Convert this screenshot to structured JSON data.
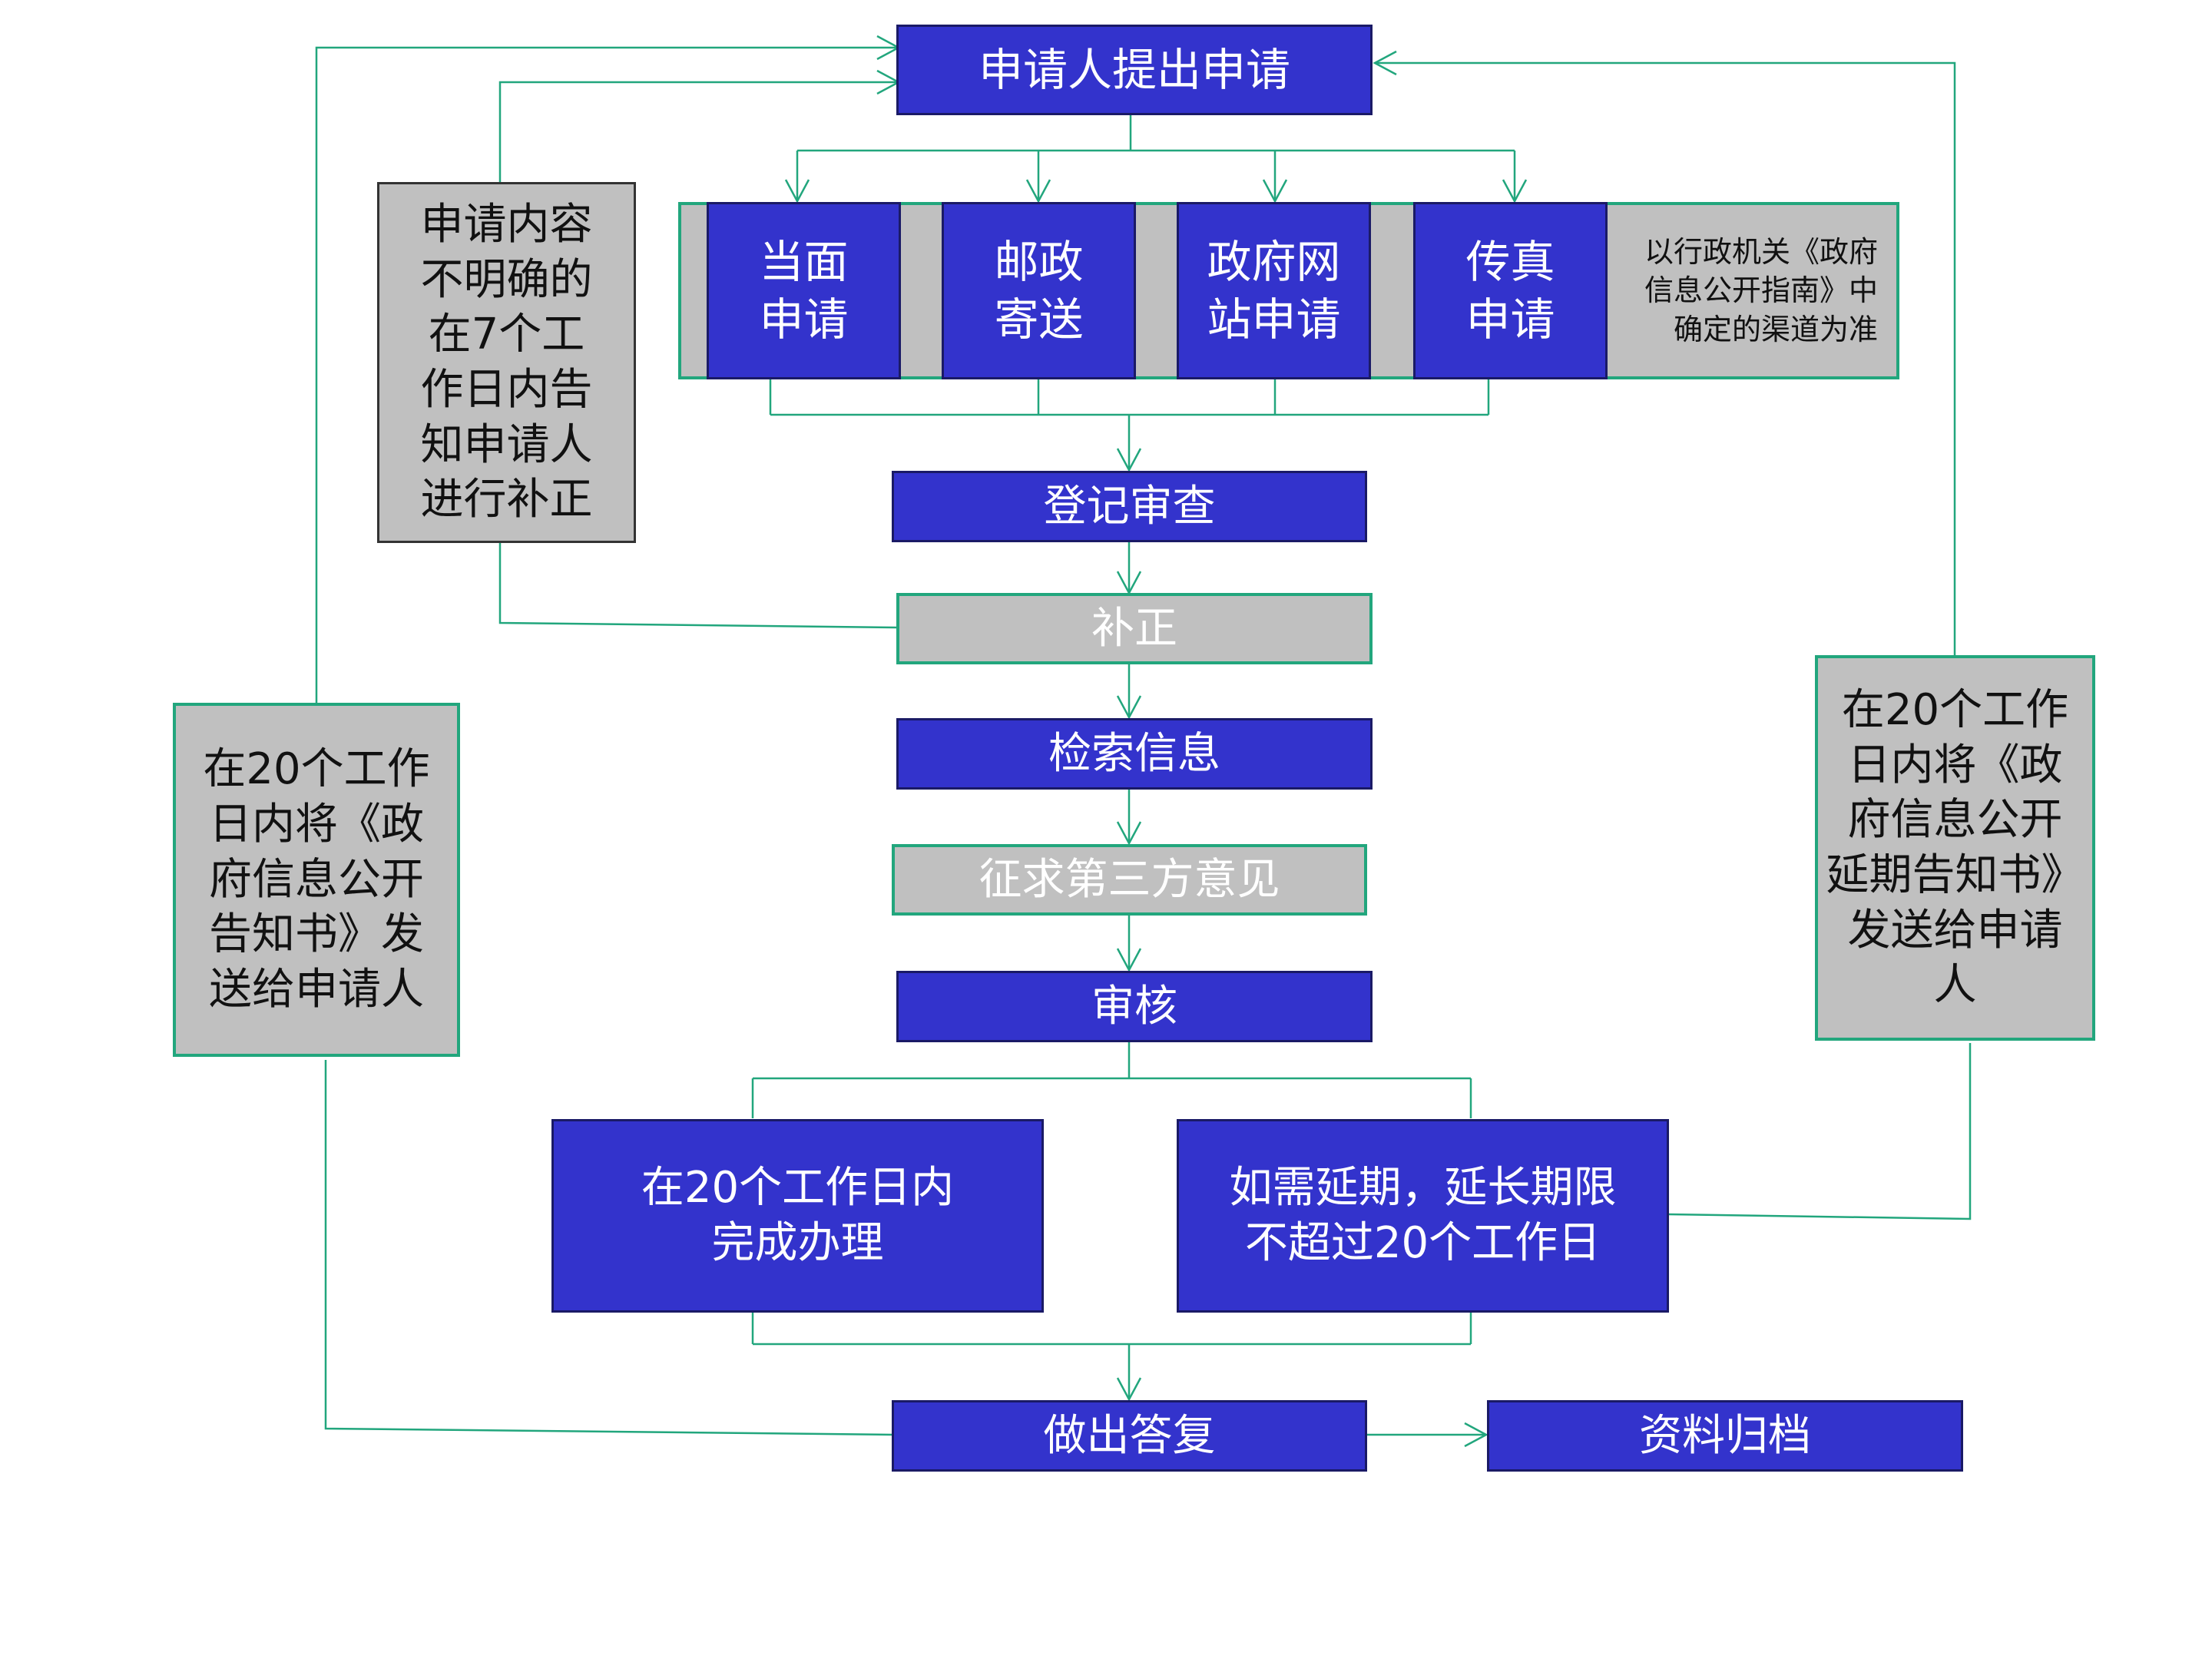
{
  "nodes": {
    "apply": "申请人提出申请",
    "channels": {
      "in_person": "当面\n申请",
      "postal": "邮政\n寄送",
      "website": "政府网\n站申请",
      "fax": "传真\n申请",
      "note": "以行政机关《政府\n信息公开指南》中\n确定的渠道为准"
    },
    "register_review": "登记审查",
    "supplement": "补正",
    "search_info": "检索信息",
    "third_party": "征求第三方意见",
    "audit": "审核",
    "complete_20": "在20个工作日内\n完成办理",
    "extension": "如需延期，延长期限\n不超过20个工作日",
    "reply": "做出答复",
    "archive": "资料归档"
  },
  "side_notes": {
    "unclear_content": "申请内容\n不明确的\n在7个工\n作日内告\n知申请人\n进行补正",
    "left_notice": "在20个工作\n日内将《政\n府信息公开\n告知书》发\n送给申请人",
    "right_notice": "在20个工作\n日内将《政\n府信息公开\n延期告知书》\n发送给申请\n人"
  },
  "colors": {
    "box_blue": "#3333cc",
    "box_gray": "#c0c0c0",
    "connector_green": "#22a67d"
  }
}
